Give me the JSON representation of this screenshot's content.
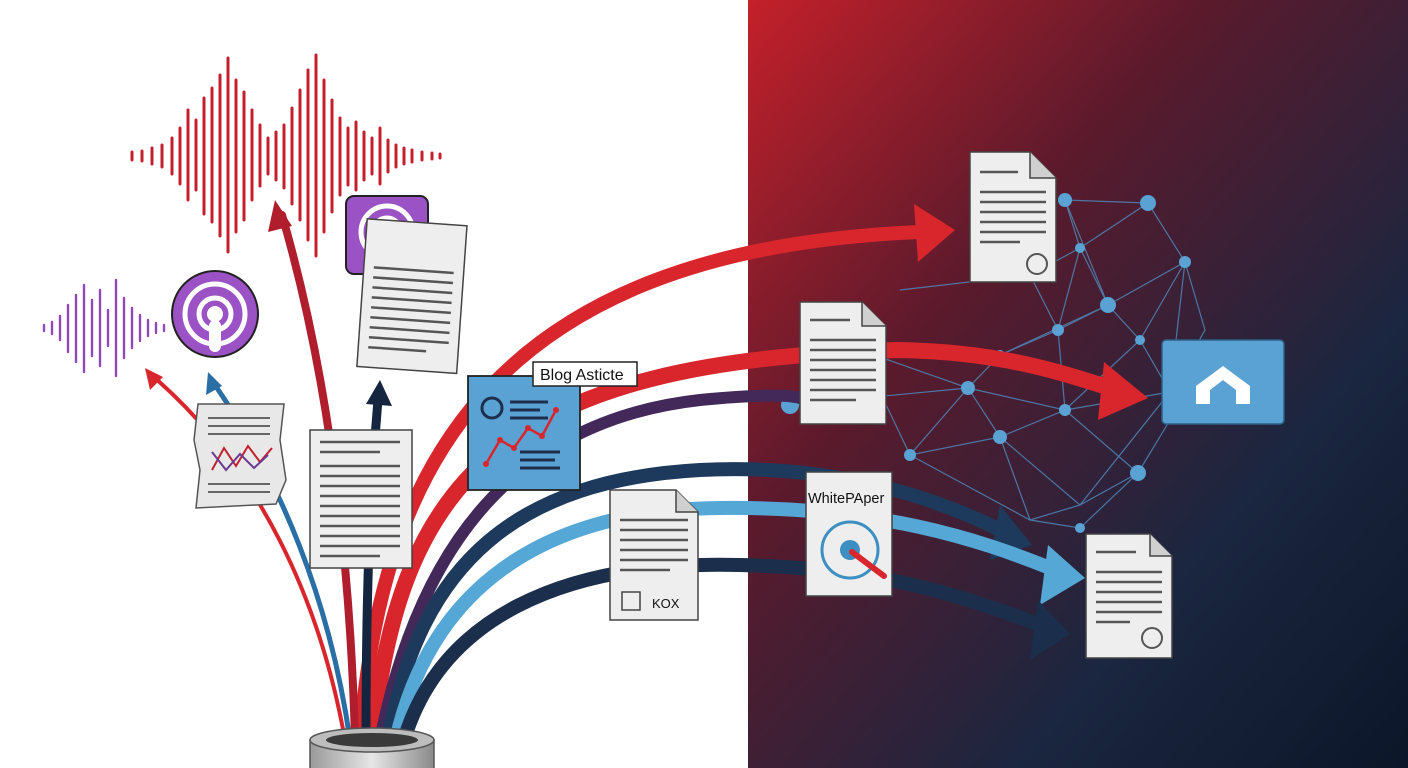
{
  "labels": {
    "blog": "Blog Asticte",
    "whitepaper": "WhitePAper",
    "stamp": "KOX"
  },
  "colors": {
    "red": "#d8262c",
    "crimson": "#b01e2e",
    "purple": "#8e4bb7",
    "navy": "#16253f",
    "blue": "#3d8fc2",
    "lightblue": "#55a7d6",
    "dark_bg": "#0f1a30",
    "node": "#5aa2d4"
  },
  "icons": [
    "podcast-icon",
    "home-icon",
    "audio-waveform",
    "network-graph",
    "document-icon"
  ]
}
